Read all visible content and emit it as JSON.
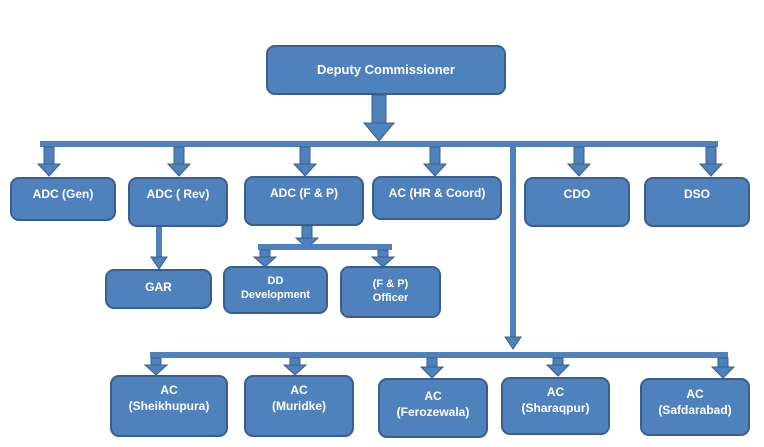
{
  "title": "Deputy Commissioner organizational chart",
  "colors": {
    "box_fill": "#4f81bd",
    "box_border": "#3a5f8c",
    "connector": "#4f81bd",
    "text": "#ffffff"
  },
  "root": {
    "label": "Deputy Commissioner"
  },
  "level1": [
    {
      "label": "ADC (Gen)"
    },
    {
      "label": "ADC ( Rev)"
    },
    {
      "label": "ADC (F & P)"
    },
    {
      "label": "AC (HR & Coord)"
    },
    {
      "label": "CDO"
    },
    {
      "label": "DSO"
    }
  ],
  "level2": {
    "gar": {
      "label": "GAR"
    },
    "dd": {
      "line1": "DD",
      "line2": "Development"
    },
    "fp": {
      "line1": "(F & P)",
      "line2": "Officer"
    }
  },
  "assistant_commissioners": [
    {
      "line1": "AC",
      "line2": "(Sheikhupura)"
    },
    {
      "line1": "AC",
      "line2": "(Muridke)"
    },
    {
      "line1": "AC",
      "line2": "(Ferozewala)"
    },
    {
      "line1": "AC",
      "line2": "(Sharaqpur)"
    },
    {
      "line1": "AC",
      "line2": "(Safdarabad)"
    }
  ]
}
